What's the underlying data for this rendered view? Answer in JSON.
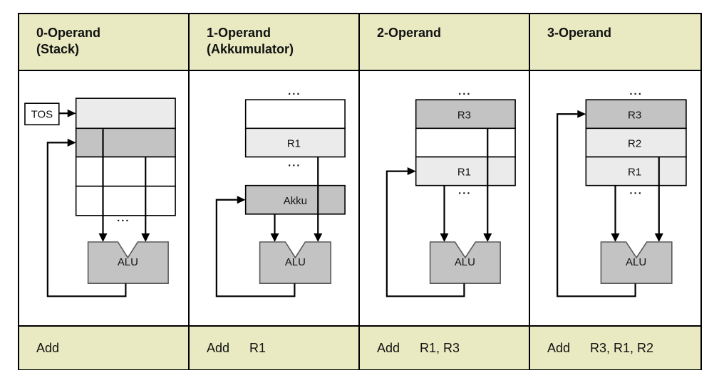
{
  "colors": {
    "band_bg": "#e9eac2",
    "cell_light": "#ebebeb",
    "cell_mid": "#c3c3c3",
    "cell_white": "#ffffff",
    "alu_fill": "#c3c3c3",
    "line": "#000000"
  },
  "columns": [
    {
      "header_line1": "0-Operand",
      "header_line2": "(Stack)",
      "mnemonic": "Add",
      "operands": ""
    },
    {
      "header_line1": "1-Operand",
      "header_line2": "(Akkumulator)",
      "mnemonic": "Add",
      "operands": "R1"
    },
    {
      "header_line1": "2-Operand",
      "header_line2": "",
      "mnemonic": "Add",
      "operands": "R1, R3"
    },
    {
      "header_line1": "3-Operand",
      "header_line2": "",
      "mnemonic": "Add",
      "operands": "R3, R1, R2"
    }
  ],
  "labels": {
    "tos": "TOS",
    "alu": "ALU",
    "akku": "Akku",
    "r1": "R1",
    "r2": "R2",
    "r3": "R3",
    "ellipsis": "..."
  }
}
